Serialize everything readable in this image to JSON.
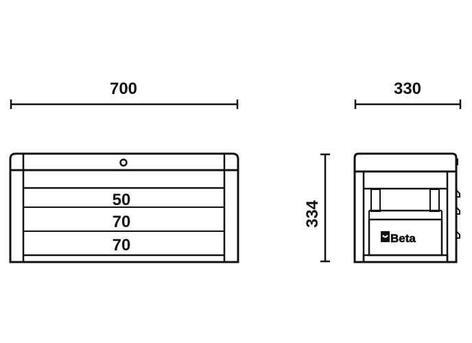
{
  "dimensions": {
    "width": "700",
    "depth": "330",
    "height": "334"
  },
  "drawers": [
    "50",
    "70",
    "70"
  ],
  "brand": "Beta",
  "colors": {
    "line": "#111111",
    "background": "#ffffff"
  }
}
